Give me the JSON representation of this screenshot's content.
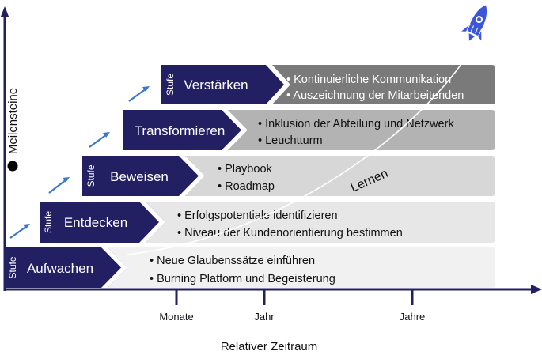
{
  "axes": {
    "y_label": "Meilensteine",
    "x_label": "Relativer Zeitraum",
    "ticks": [
      "Monate",
      "Jahr",
      "Jahre"
    ]
  },
  "stages": [
    {
      "stufe": "Stufe",
      "name": "Aufwachen",
      "bullets": [
        "• Neue Glaubenssätze einführen",
        "• Burning Platform und Begeisterung"
      ]
    },
    {
      "stufe": "Stufe",
      "name": "Entdecken",
      "bullets": [
        "• Erfolgspotentiale identifizieren",
        "• Niveau der Kundenorientierung bestimmen"
      ]
    },
    {
      "stufe": "Stufe",
      "name": "Beweisen",
      "bullets": [
        "• Playbook",
        "• Roadmap"
      ]
    },
    {
      "stufe": "",
      "name": "Transformieren",
      "bullets": [
        "• Inklusion der Abteilung und Netzwerk",
        "• Leuchtturm"
      ]
    },
    {
      "stufe": "Stufe",
      "name": "Verstärken",
      "bullets": [
        "• Kontinuierliche Kommunikation",
        "• Auszeichnung der Mitarbeitenden"
      ]
    }
  ],
  "curve_label": "Lernen",
  "colors": {
    "navy": "#221f63",
    "band_shades": [
      "#f1f1f1",
      "#e7e7e7",
      "#d7d7d7",
      "#b3b3b3",
      "#7a7a7a"
    ],
    "arrow": "#3a78c9",
    "rocket": "#3b56d9"
  },
  "icons": {
    "rocket": "rocket-icon",
    "milestone": "milestone-dot-icon"
  }
}
